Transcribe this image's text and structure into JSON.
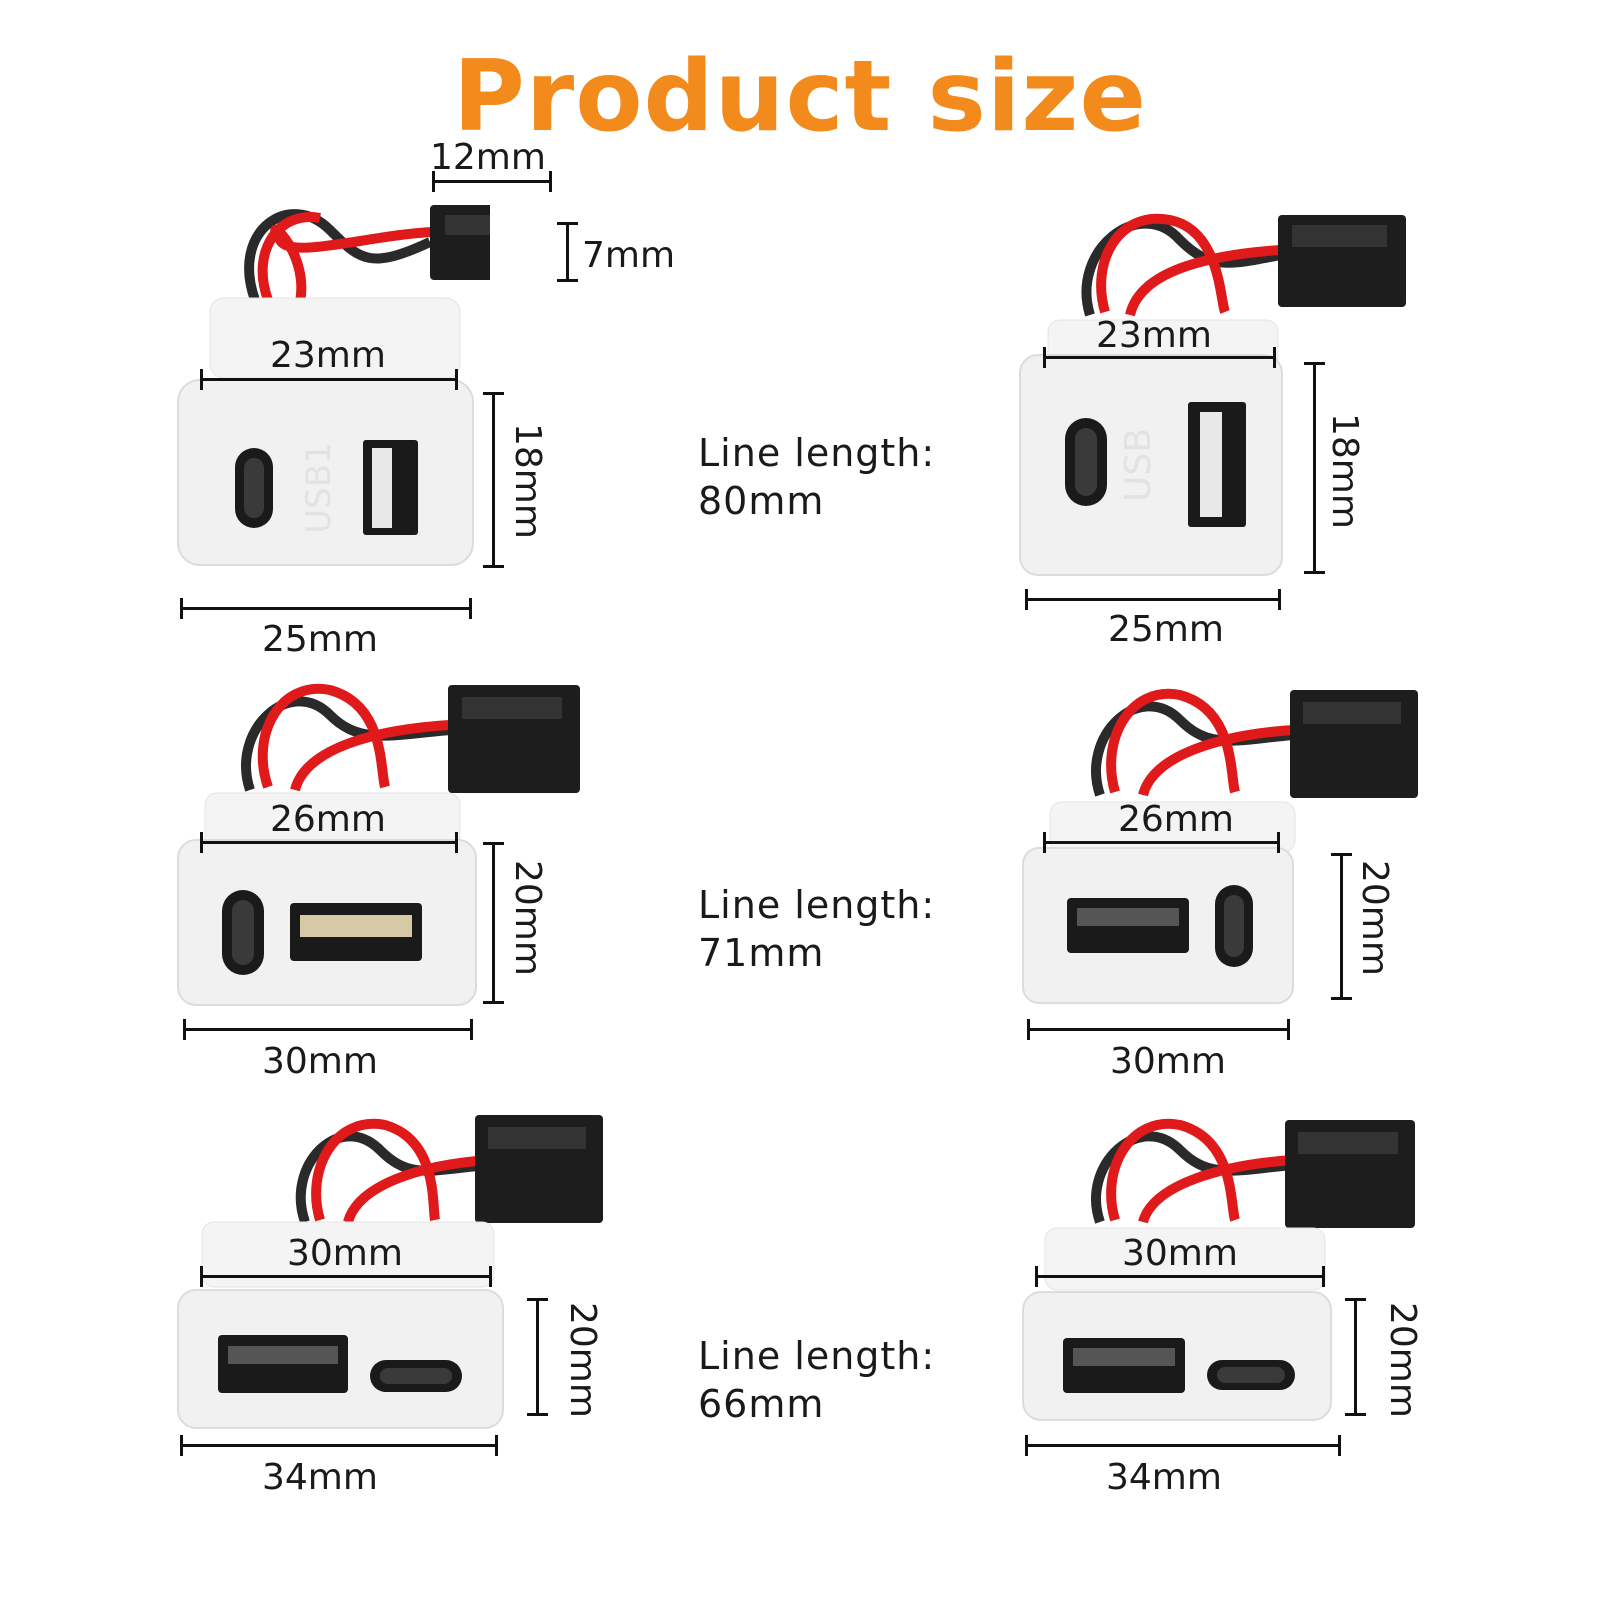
{
  "title": "Product size",
  "colors": {
    "title": "#f28a1c",
    "wire_red": "#e0191b",
    "wire_black": "#2a2a2a",
    "housing": "#f1f1f1",
    "connector": "#1d1d1d"
  },
  "rows": [
    {
      "line_length_label": "Line length:",
      "line_length_value": "80mm",
      "left": {
        "connector_width": "12mm",
        "connector_height": "7mm",
        "top_width": "23mm",
        "height": "18mm",
        "bottom_width": "25mm",
        "embossed_text": "USB1",
        "ports": [
          "usb-c-vertical",
          "usb-a-vertical"
        ]
      },
      "right": {
        "top_width": "23mm",
        "height": "18mm",
        "bottom_width": "25mm",
        "embossed_text": "USB",
        "ports": [
          "usb-c-vertical",
          "usb-a-vertical"
        ]
      }
    },
    {
      "line_length_label": "Line length:",
      "line_length_value": "71mm",
      "left": {
        "top_width": "26mm",
        "height": "20mm",
        "bottom_width": "30mm",
        "ports": [
          "usb-c-vertical",
          "usb-a-horizontal"
        ]
      },
      "right": {
        "top_width": "26mm",
        "height": "20mm",
        "bottom_width": "30mm",
        "ports": [
          "usb-a-horizontal",
          "usb-c-vertical"
        ]
      }
    },
    {
      "line_length_label": "Line length:",
      "line_length_value": "66mm",
      "left": {
        "top_width": "30mm",
        "height": "20mm",
        "bottom_width": "34mm",
        "ports": [
          "usb-a-horizontal",
          "usb-c-horizontal"
        ]
      },
      "right": {
        "top_width": "30mm",
        "height": "20mm",
        "bottom_width": "34mm",
        "ports": [
          "usb-a-horizontal",
          "usb-c-horizontal"
        ]
      }
    }
  ]
}
